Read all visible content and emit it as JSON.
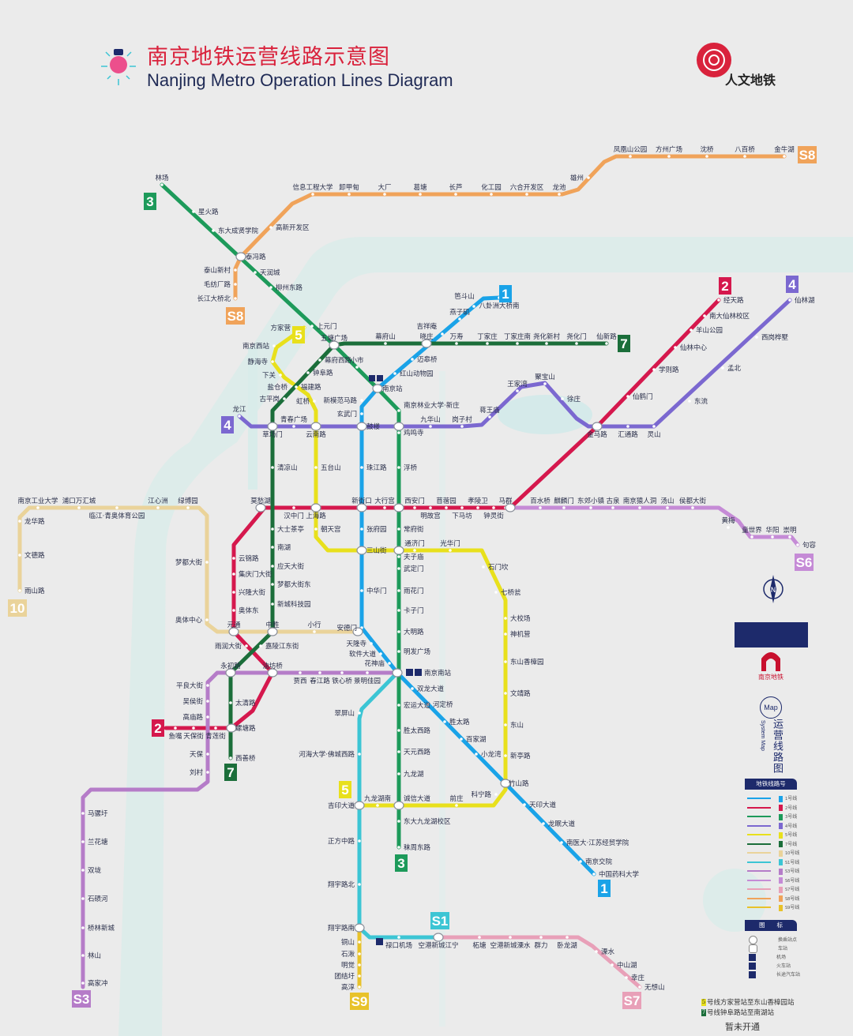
{
  "header": {
    "title": "南京地铁运营线路示意图",
    "subtitle": "Nanjing Metro Operation Lines Diagram",
    "logo_text": "人文地铁"
  },
  "colors": {
    "line1": "#1aa3e8",
    "line2": "#d5184d",
    "line3": "#1d9a5a",
    "line4": "#7b68d0",
    "line5": "#e8e01c",
    "line7": "#1b6e3a",
    "line10": "#ead39a",
    "S1": "#3cc5d4",
    "S3": "#b57cc8",
    "S6": "#c58bd6",
    "S7": "#e8a0b8",
    "S8": "#f0a35a",
    "S9": "#e8c22a",
    "title_red": "#d9223c",
    "navy": "#1d2a6b"
  },
  "lines": [
    {
      "key": "line1",
      "id": "1",
      "stations": [
        "八卦洲大桥南",
        "笆斗山",
        "燕子矶",
        "吉祥庵",
        "晓庄",
        "迈皋桥",
        "红山动物园",
        "南京站",
        "新模范马路",
        "玄武门",
        "鼓楼",
        "珠江路",
        "新街口",
        "张府园",
        "三山街",
        "中华门",
        "安德门",
        "天隆寺",
        "软件大道",
        "花神庙",
        "南京南站",
        "双龙大道",
        "河定桥",
        "胜太路",
        "百家湖",
        "小龙湾",
        "竹山路",
        "天印大道",
        "龙眠大道",
        "南医大·江苏经贸学院",
        "南京交院",
        "中国药科大学"
      ]
    },
    {
      "key": "line2",
      "id": "2",
      "stations": [
        "经天路",
        "南大仙林校区",
        "羊山公园",
        "仙林中心",
        "学则路",
        "仙鹤门",
        "金马路",
        "马群",
        "钟灵街",
        "孝陵卫",
        "下马坊",
        "苜蓿园",
        "明故宫",
        "西安门",
        "大行宫",
        "上海路",
        "汉中门",
        "莫愁湖",
        "云锦路",
        "集庆门大街",
        "兴隆大街",
        "奥体东",
        "元通",
        "雨润大街",
        "油坊桥",
        "青莲街",
        "天保街",
        "鱼嘴"
      ]
    },
    {
      "key": "line3",
      "id": "3",
      "stations": [
        "林场",
        "星火路",
        "东大成贤学院",
        "泰冯路",
        "天润城",
        "柳州东路",
        "上元门",
        "五塘广场",
        "小市",
        "南京林业大学·新庄",
        "鸡鸣寺",
        "浮桥",
        "常府街",
        "夫子庙",
        "武定门",
        "雨花门",
        "卡子门",
        "大明路",
        "明发广场",
        "宏运大道",
        "胜太西路",
        "天元西路",
        "九龙湖",
        "诚信大道",
        "东大九龙湖校区",
        "秣周东路"
      ]
    },
    {
      "key": "line4",
      "id": "4",
      "stations": [
        "龙江",
        "青春广场",
        "云南路",
        "九华山",
        "岗子村",
        "蒋王庙",
        "王家湾",
        "聚宝山",
        "徐庄",
        "汇通路",
        "灵山",
        "东流",
        "孟北",
        "西岗桦墅",
        "仙林湖"
      ]
    },
    {
      "key": "line5",
      "id": "5",
      "stations": [
        "方家营",
        "南京西站",
        "静海寺",
        "下关",
        "盐仓桥",
        "虹桥",
        "五台山",
        "朝天宫",
        "通济门",
        "光华门",
        "石门坎",
        "七桥瓮",
        "大校场",
        "神机营",
        "东山香樟园",
        "文靖路",
        "东山",
        "新亭路",
        "科宁路",
        "前庄",
        "九龙湖南",
        "吉印大道"
      ]
    },
    {
      "key": "line7",
      "id": "7",
      "stations": [
        "仙新路",
        "尧化门",
        "尧化新村",
        "丁家庄南",
        "丁家庄",
        "万寿",
        "幕府山",
        "幕府西路",
        "钟阜路",
        "福建路",
        "古平岗",
        "草场门",
        "清凉山",
        "大士茶亭",
        "南湖",
        "应天大街",
        "梦都大街东",
        "新城科技园",
        "中胜",
        "嘉陵江东街",
        "永初路",
        "太清路",
        "螺塘路",
        "西善桥"
      ]
    },
    {
      "key": "line10",
      "id": "10",
      "stations": [
        "南京工业大学",
        "浦口万汇城",
        "临江·青奥体育公园",
        "江心洲",
        "绿博园",
        "龙华路",
        "文德路",
        "雨山路",
        "梦都大街",
        "奥体中心",
        "小行"
      ]
    },
    {
      "key": "S8",
      "id": "S8",
      "stations": [
        "长江大桥北",
        "毛纺厂路",
        "泰山新村",
        "高新开发区",
        "信息工程大学",
        "卸甲甸",
        "大厂",
        "葛塘",
        "长芦",
        "化工园",
        "六合开发区",
        "龙池",
        "雄州",
        "凤凰山公园",
        "方州广场",
        "沈桥",
        "八百桥",
        "金牛湖"
      ]
    },
    {
      "key": "S6",
      "id": "S6",
      "stations": [
        "百水桥",
        "麒麟门",
        "东郊小镇",
        "古泉",
        "南京猿人洞",
        "汤山",
        "侯都大街",
        "黄梅",
        "童世界",
        "华阳",
        "崇明",
        "句容"
      ]
    },
    {
      "key": "S3",
      "id": "S3",
      "stations": [
        "景明佳园",
        "铁心桥",
        "春江路",
        "贾西",
        "平良大街",
        "吴侯街",
        "高庙路",
        "天保",
        "刘村",
        "马骡圩",
        "兰花塘",
        "双垅",
        "石碛河",
        "桥林新城",
        "林山",
        "高家冲"
      ]
    },
    {
      "key": "S1",
      "id": "S1",
      "stations": [
        "翠屏山",
        "河海大学·佛城西路",
        "正方中路",
        "翔宇路北",
        "翔宇路南",
        "禄口机场",
        "空港新城江宁"
      ]
    },
    {
      "key": "S7",
      "id": "S7",
      "stations": [
        "柘塘",
        "空港新城溧水",
        "群力",
        "卧龙湖",
        "溧水",
        "中山湖",
        "幸庄",
        "无想山"
      ]
    },
    {
      "key": "S9",
      "id": "S9",
      "stations": [
        "铜山",
        "石湫",
        "明觉",
        "团结圩",
        "高淳"
      ]
    }
  ],
  "sidebar": {
    "operator": "南京地铁",
    "map_label": "Map",
    "vertical_title": "运营线路图",
    "vertical_en": "System Map",
    "compass": "N"
  },
  "legend": {
    "lines_header": "地铁线路号",
    "rows": [
      {
        "color": "#1aa3e8",
        "num": "1",
        "label": "号线"
      },
      {
        "color": "#d5184d",
        "num": "2",
        "label": "号线"
      },
      {
        "color": "#1d9a5a",
        "num": "3",
        "label": "号线"
      },
      {
        "color": "#7b68d0",
        "num": "4",
        "label": "号线"
      },
      {
        "color": "#e8e01c",
        "num": "5",
        "label": "号线"
      },
      {
        "color": "#1b6e3a",
        "num": "7",
        "label": "号线"
      },
      {
        "color": "#ead39a",
        "num": "10",
        "label": "号线"
      },
      {
        "color": "#3cc5d4",
        "num": "S1",
        "label": "号线"
      },
      {
        "color": "#b57cc8",
        "num": "S3",
        "label": "号线"
      },
      {
        "color": "#c58bd6",
        "num": "S6",
        "label": "号线"
      },
      {
        "color": "#e8a0b8",
        "num": "S7",
        "label": "号线"
      },
      {
        "color": "#f0a35a",
        "num": "S8",
        "label": "号线"
      },
      {
        "color": "#e8c22a",
        "num": "S9",
        "label": "号线"
      }
    ],
    "icons_header": "图　　标",
    "icons": [
      {
        "icon": "transfer-station-icon",
        "label": "换乘站点"
      },
      {
        "icon": "station-icon",
        "label": "车站"
      },
      {
        "icon": "airport-icon",
        "label": "机场"
      },
      {
        "icon": "railway-station-icon",
        "label": "火车站"
      },
      {
        "icon": "coach-station-icon",
        "label": "长途汽车站"
      }
    ]
  },
  "notes": {
    "line5_num": "5",
    "line5": "号线方家营站至东山香樟园站",
    "line7_num": "7",
    "line7": "号线钟阜路站至南湖站",
    "status": "暂未开通"
  }
}
